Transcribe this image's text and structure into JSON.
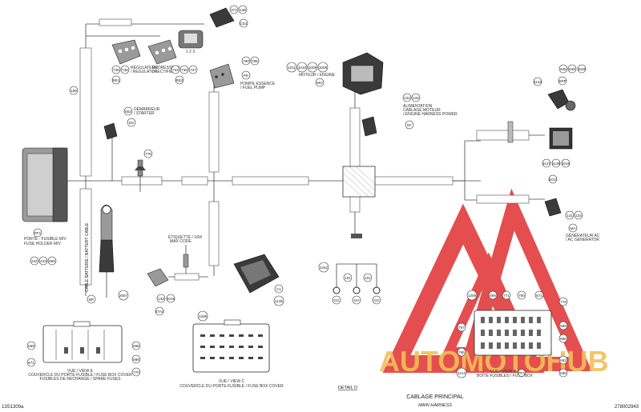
{
  "doc": {
    "ref_left": "13S1309a",
    "ref_right": "278002943",
    "title_fr": "CABLAGE PRINCIPAL",
    "title_en": "MAIN HARNESS",
    "detail": "DETAIL D"
  },
  "watermark": {
    "text": "AUTOMOTOHUB",
    "color_red": "#e03030",
    "color_gold": "#f0b43c"
  },
  "components": {
    "re1": {
      "nums": [
        "735",
        "736"
      ],
      "code": "RE1",
      "caption": [
        "RÉGULATEUR",
        "/ REGULATOR"
      ]
    },
    "re2": {
      "nums": [
        "734",
        "736",
        "737"
      ],
      "code": "RE2",
      "caption": [
        "REDRESSEUR",
        "/ RECTIFIER"
      ]
    },
    "cd1": {
      "nums": [
        "371",
        "138"
      ],
      "code": "CD1"
    },
    "pe": {
      "nums": [
        "790",
        "795"
      ],
      "code": "PE",
      "caption": [
        "POMPE ESSENCE",
        "/ FUEL PUMP"
      ]
    },
    "mo": {
      "nums": [
        "1011",
        "1010",
        "1009",
        "1008"
      ],
      "code": "MO",
      "caption": [
        "MOTEUR / ENGINE"
      ]
    },
    "ef": {
      "nums": [
        "122",
        "134"
      ],
      "code": "EF",
      "caption": [
        "ALIMENTATION",
        "CABLAGE MOTEUR",
        "/ ENGINE HARNESS POWER"
      ]
    },
    "srp": {
      "nums": [
        "1143",
        "845",
        "846",
        "1028"
      ],
      "code": "SRP"
    },
    "ds": {
      "nums": [
        "653"
      ],
      "code": "DS",
      "caption": [
        "DÉMARREUR",
        "/ STARTER"
      ]
    },
    "sgc": {
      "nums": [
        "1137",
        "1138",
        "1015"
      ],
      "code": "SGC"
    },
    "ma": {
      "nums": [
        "121",
        "133"
      ],
      "code": "MA",
      "caption": [
        "GÉNÉRATEUR AC",
        "/ AC GENERATOR"
      ]
    },
    "pf1": {
      "nums": [
        "242",
        "243",
        "656"
      ],
      "code": "PF1",
      "caption": [
        "PORTE - FUSIBLE M/V",
        "FUSE HOLDER M/V"
      ]
    },
    "batt": {
      "nums": [
        "2057"
      ],
      "code": "BP",
      "caption": "CABLE BATTERIE / BATTERY CABLE"
    },
    "sta": {
      "nums": [
        "133",
        "1015"
      ],
      "code": "STA3"
    },
    "c1": {
      "nums": [
        "1135"
      ],
      "code": "C1"
    },
    "etiq": {
      "caption": [
        "ÉTIQUETTE / 1/64",
        "MAX CODE"
      ]
    },
    "fuse_top": {
      "nums": [
        "775"
      ]
    },
    "grounds": {
      "nums": [
        "1342",
        "101",
        "101"
      ],
      "codes": [
        "GG",
        "GH",
        "GG"
      ]
    },
    "harness_left": {
      "num": "199"
    },
    "view_f2": {
      "nums": [
        "669",
        "671",
        "668",
        "666",
        "770"
      ],
      "caption": [
        "VUE / VIEW E",
        "COUVERCLE DU PORTE-FUSIBLE / FUSE BOX COVER",
        "FUSIBLES DE RECHANGE / SPARE FUSES"
      ]
    },
    "view_b": {
      "nums": [
        "1309"
      ],
      "caption": [
        "VUE / VIEW C",
        "COUVERCLE DU PORTE-FUSIBLE / FUSE BOX COVER"
      ]
    },
    "view_f1": {
      "nums": [
        "1309",
        "669",
        "771",
        "700",
        "671",
        "770",
        "767",
        "668",
        "666",
        "1212",
        "765",
        "662",
        "695"
      ],
      "caption": [
        "VUE / VIEW B",
        "BOÎTE FUSIBLES / FUSE BOX"
      ],
      "code": "PF1"
    }
  }
}
